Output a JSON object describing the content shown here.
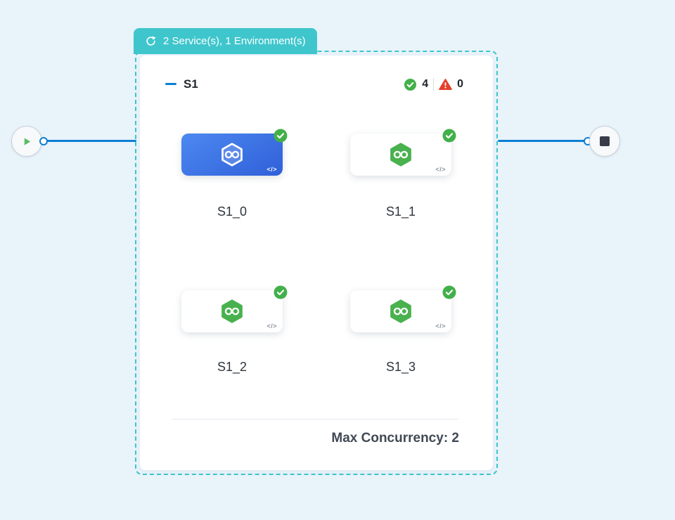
{
  "badge": {
    "label": "2 Service(s), 1 Environment(s)"
  },
  "matrix": {
    "title": "S1",
    "success_count": "4",
    "failed_count": "0",
    "footer_label": "Max Concurrency: 2"
  },
  "services": [
    {
      "label": "S1_0",
      "state": "selected"
    },
    {
      "label": "S1_1",
      "state": "success"
    },
    {
      "label": "S1_2",
      "state": "success"
    },
    {
      "label": "S1_3",
      "state": "success"
    }
  ],
  "glyphs": {
    "code": "</>"
  },
  "colors": {
    "background": "#e9f3fa",
    "teal": "#3ec6cc",
    "edge_blue": "#0b7fd4",
    "success_green": "#42b04a",
    "error_red": "#e5402d",
    "selected_tile_blue": "#3a6fe0",
    "stop_square": "#363c49"
  }
}
